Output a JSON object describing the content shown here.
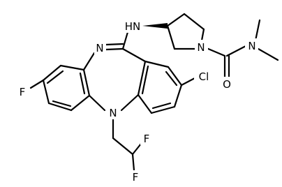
{
  "molecule": {
    "atom_labels": {
      "nh": "HN",
      "n_imine": "N",
      "n_ring": "N",
      "n_pyrrolidine": "N",
      "n_amide": "N",
      "o": "O",
      "f_left": "F",
      "f_bottom_right": "F",
      "f_bottom": "F",
      "cl": "Cl"
    },
    "stereo_bond": "bold-wedge",
    "colors": {
      "bond": "#000000",
      "text": "#000000",
      "background": "#ffffff"
    }
  }
}
